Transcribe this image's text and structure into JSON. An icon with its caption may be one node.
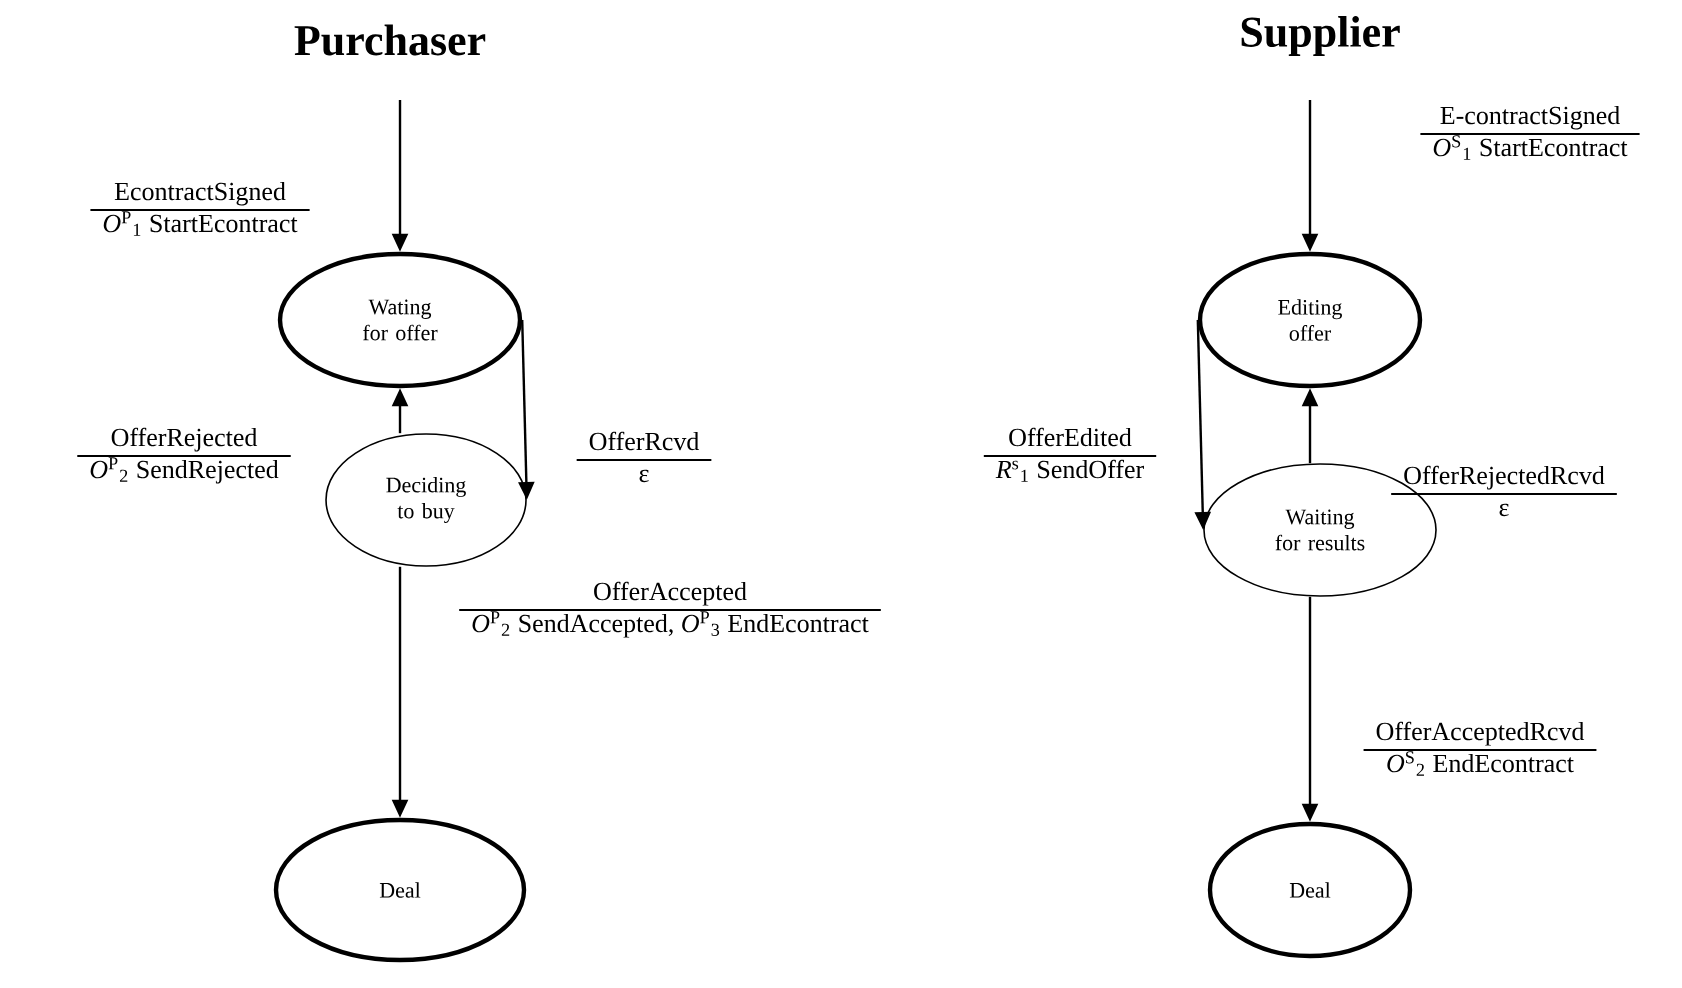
{
  "diagram": {
    "nodes": [
      {
        "text": [
          "Wating for offer"
        ]
      },
      {
        "text": [
          "Deciding to buy"
        ]
      },
      {
        "text": [
          "Deal"
        ]
      },
      {
        "text": [
          "Editing offer"
        ]
      },
      {
        "text": [
          "Waiting for results"
        ]
      },
      {
        "text": [
          "Deal"
        ]
      }
    ],
    "edges": [
      {
        "from": null,
        "to": 0,
        "arrow": "to",
        "label": [
          "EcontractSigned",
          "*O*$^{P}$$_{1}$ StartEcontract"
        ]
      },
      {
        "from": 1,
        "to": 0,
        "arrow": "to",
        "label": [
          "OfferRejected",
          "*O*$^{P}$$_{2}$ SendRejected"
        ]
      },
      {
        "from": 0,
        "to": 1,
        "arrow": "to",
        "label": [
          "OfferRcvd",
          "ε"
        ]
      },
      {
        "from": 1,
        "to": 2,
        "arrow": "to",
        "label": [
          "OfferAccepted",
          "*O*$^{P}$$_{2}$ SendAccepted, *O*$^{P}$$_{3}$ EndEcontract"
        ]
      },
      {
        "from": null,
        "to": 3,
        "arrow": "to",
        "label": [
          "E-contractSigned",
          "*O*$^{S}$$_{1}$ StartEcontract"
        ]
      },
      {
        "from": 3,
        "to": 4,
        "arrow": "to",
        "label": [
          "OfferEdited",
          "*R*$^{s}$$_{1}$ SendOffer"
        ]
      },
      {
        "from": 4,
        "to": 3,
        "arrow": "to",
        "label": [
          "OfferRejectedRcvd",
          "ε"
        ]
      },
      {
        "from": 4,
        "to": 5,
        "arrow": "to",
        "label": [
          "OfferAcceptedRcvd",
          "*O*$^{S}$$_{2}$ EndEcontract"
        ]
      }
    ],
    "labels": [
      "Purchaser",
      "Supplier"
    ]
  }
}
